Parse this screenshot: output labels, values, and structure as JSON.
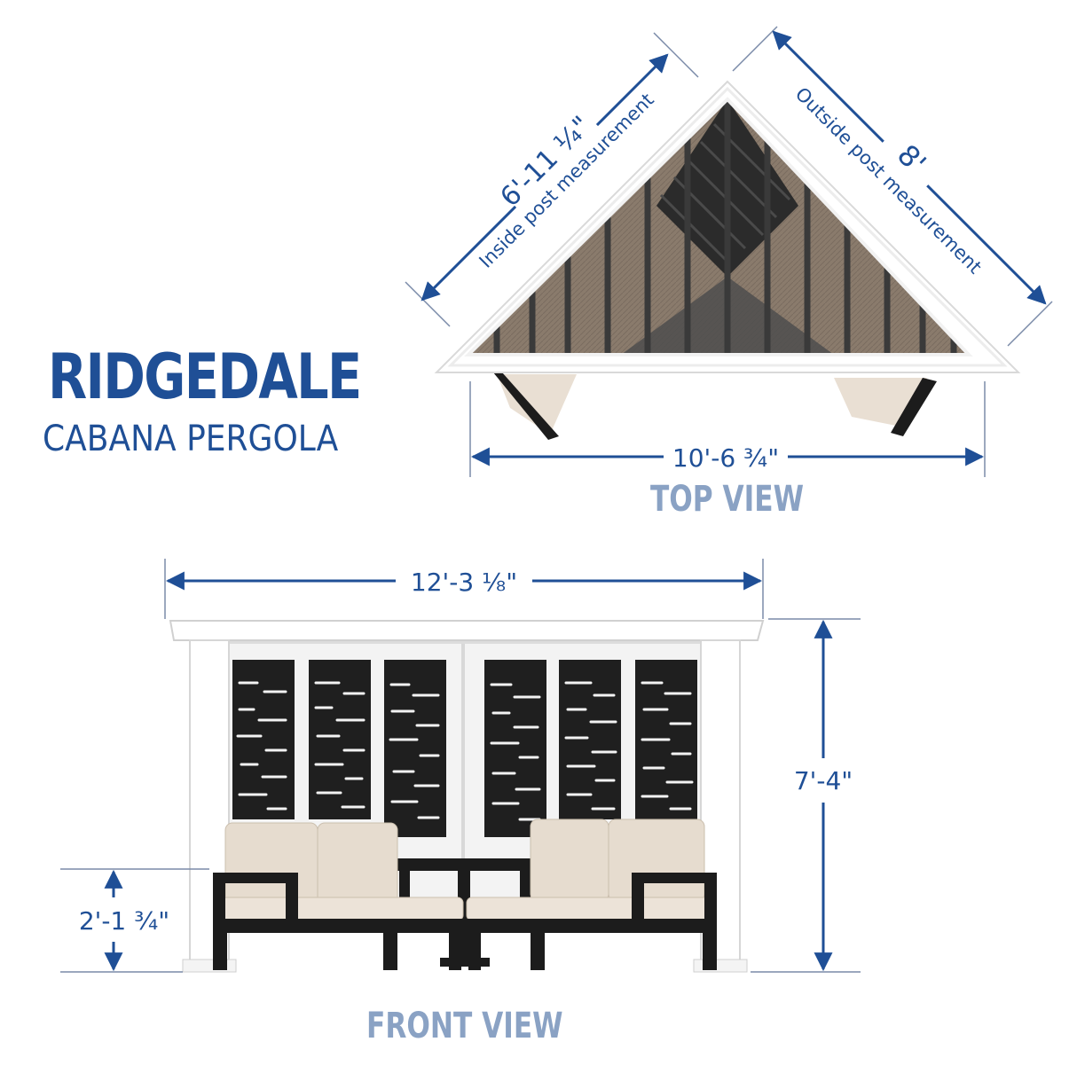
{
  "brand": "RIDGEDALE",
  "product": "CABANA PERGOLA",
  "views": {
    "top": "TOP VIEW",
    "front": "FRONT VIEW"
  },
  "dimensions": {
    "inside_post": "6'-11 ¼\"",
    "inside_post_caption": "Inside post measurement",
    "outside_post": "8'",
    "outside_post_caption": "Outside post measurement",
    "top_width": "10'-6 ¾\"",
    "front_width": "12'-3 ⅛\"",
    "height": "7'-4\"",
    "seat_height": "2'-1 ¾\""
  },
  "colors": {
    "dimension": "#1f4f96",
    "view_label": "#8aa2c4",
    "frame": "#ffffff",
    "panel": "#222222",
    "cushion": "#e6dccf",
    "sofa_frame": "#1c1c1c"
  }
}
